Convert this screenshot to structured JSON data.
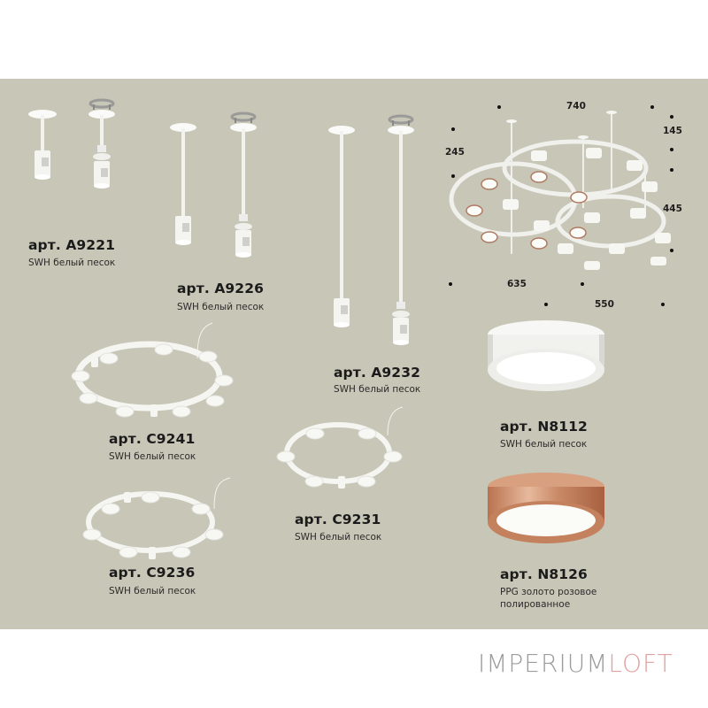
{
  "products": [
    {
      "id": "A9221",
      "article": "арт. A9221",
      "finish": "SWH белый песок"
    },
    {
      "id": "A9226",
      "article": "арт. A9226",
      "finish": "SWH белый песок"
    },
    {
      "id": "A9232",
      "article": "арт. A9232",
      "finish": "SWH белый песок"
    },
    {
      "id": "C9241",
      "article": "арт. C9241",
      "finish": "SWH белый песок"
    },
    {
      "id": "C9231",
      "article": "арт. C9231",
      "finish": "SWH белый песок"
    },
    {
      "id": "C9236",
      "article": "арт. C9236",
      "finish": "SWH белый песок"
    },
    {
      "id": "N8112",
      "article": "арт. N8112",
      "finish": "SWH белый песок"
    },
    {
      "id": "N8126",
      "article": "арт. N8126",
      "finish_line1": "PPG золото розовое",
      "finish_line2": "полированное"
    }
  ],
  "dimensions": {
    "width_top": "740",
    "height_left": "245",
    "height_right_top": "145",
    "height_right": "445",
    "bottom_left": "635",
    "bottom_right": "550"
  },
  "brand": {
    "part1": "IMPERIUM",
    "part2": "LOFT",
    "color1": "#9c9c9c",
    "color2": "#e0a3a0"
  },
  "colors": {
    "background_panel": "#c8c6b7",
    "fixture_white": "#f4f4f1",
    "rose_gold": "#c98a68"
  }
}
